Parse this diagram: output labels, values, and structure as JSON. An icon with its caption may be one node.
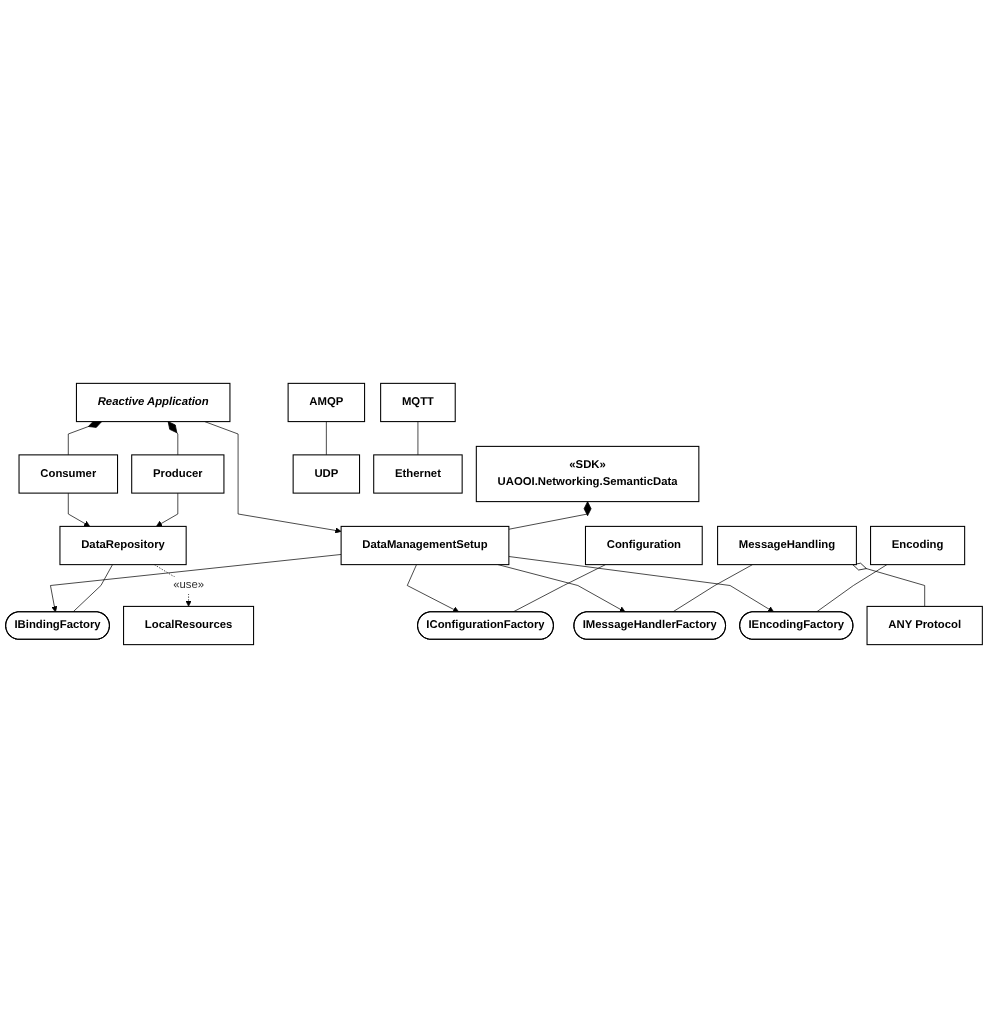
{
  "diagram": {
    "nodes": [
      {
        "text": [
          "Reactive Application"
        ]
      },
      {
        "text": [
          "«SDK»",
          "UAOOI.Networking.SemanticData"
        ]
      },
      {
        "text": [
          "Consumer"
        ]
      },
      {
        "text": [
          "DataManagementSetup"
        ]
      },
      {
        "text": [
          "Producer"
        ]
      },
      {
        "text": [
          "IBindingFactory"
        ]
      },
      {
        "text": [
          "IConfigurationFactory"
        ]
      },
      {
        "text": [
          "IMessageHandlerFactory"
        ]
      },
      {
        "text": [
          "IEncodingFactory"
        ]
      },
      {
        "text": [
          "DataRepository"
        ]
      },
      {
        "text": [
          "Configuration"
        ]
      },
      {
        "text": [
          "MessageHandling"
        ]
      },
      {
        "text": [
          "Encoding"
        ]
      },
      {
        "text": [
          "LocalResources"
        ]
      },
      {
        "text": [
          "AMQP"
        ]
      },
      {
        "text": [
          "UDP"
        ]
      },
      {
        "text": [
          "MQTT"
        ]
      },
      {
        "text": [
          "Ethernet"
        ]
      },
      {
        "text": [
          "ANY Protocol"
        ]
      }
    ],
    "edges": [
      {
        "from": 2,
        "to": 0,
        "arrow": "other"
      },
      {
        "from": 4,
        "to": 0,
        "arrow": "other"
      },
      {
        "from": 0,
        "to": 3,
        "arrow": "to"
      },
      {
        "from": 3,
        "to": 1,
        "arrow": "other"
      },
      {
        "from": 2,
        "to": 9,
        "arrow": "to"
      },
      {
        "from": 4,
        "to": 9,
        "arrow": "to"
      },
      {
        "from": 3,
        "to": 5,
        "arrow": "to"
      },
      {
        "from": 3,
        "to": 6,
        "arrow": "to"
      },
      {
        "from": 3,
        "to": 7,
        "arrow": "to"
      },
      {
        "from": 3,
        "to": 8,
        "arrow": "to"
      },
      {
        "from": 9,
        "to": 5,
        "arrow": "none"
      },
      {
        "from": 10,
        "to": 6,
        "arrow": "none"
      },
      {
        "from": 11,
        "to": 7,
        "arrow": "none"
      },
      {
        "from": 12,
        "to": 8,
        "arrow": "none"
      },
      {
        "from": 9,
        "to": 13,
        "arrow": "to",
        "style": "dashed",
        "label": "«use»"
      },
      {
        "from": 14,
        "to": 15,
        "arrow": "none"
      },
      {
        "from": 16,
        "to": 17,
        "arrow": "none"
      },
      {
        "from": 18,
        "to": 11,
        "arrow": "other"
      }
    ]
  }
}
